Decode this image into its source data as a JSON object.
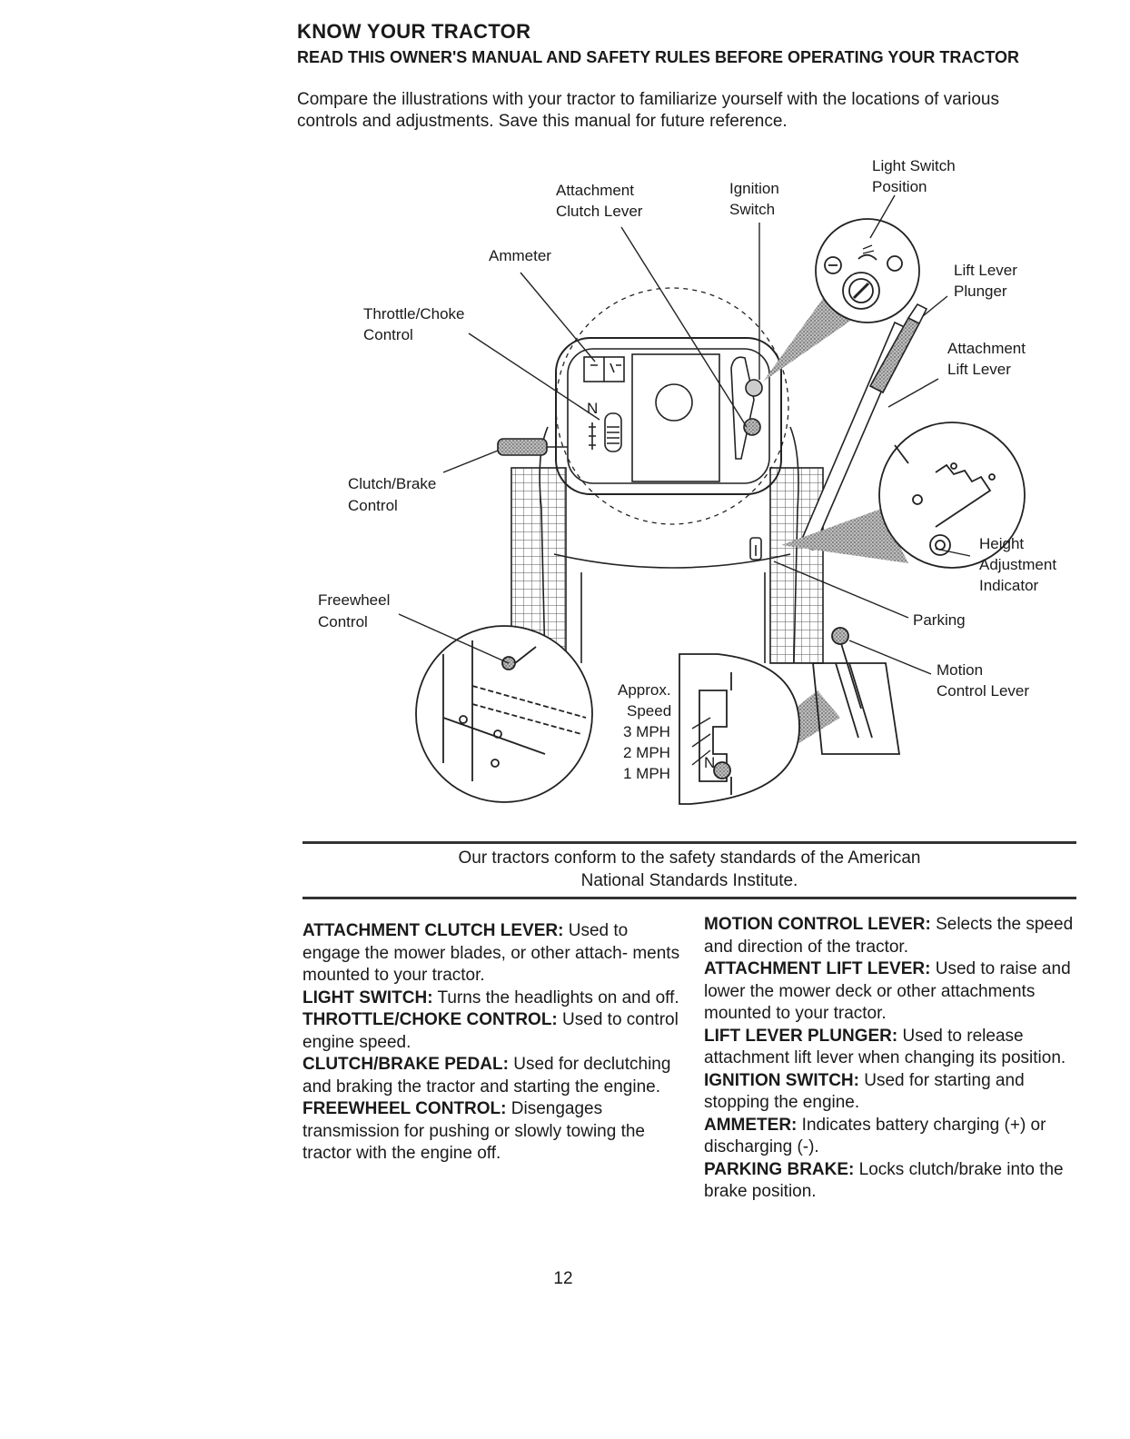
{
  "header": {
    "title": "KNOW YOUR TRACTOR",
    "subtitle": "READ THIS OWNER'S MANUAL AND SAFETY RULES BEFORE OPERATING YOUR TRACTOR",
    "intro": "Compare the illustrations with your tractor to familiarize yourself with the locations of various controls and adjustments. Save this manual for future reference."
  },
  "diagram": {
    "labels": {
      "attachment_clutch_lever": [
        "Attachment",
        "Clutch Lever"
      ],
      "ignition_switch": [
        "Ignition",
        "Switch"
      ],
      "light_switch_position": [
        "Light Switch",
        "Position"
      ],
      "ammeter": "Ammeter",
      "lift_lever_plunger": [
        "Lift Lever",
        "Plunger"
      ],
      "throttle_choke_control": [
        "Throttle/Choke",
        "Control"
      ],
      "attachment_lift_lever": [
        "Attachment",
        "Lift Lever"
      ],
      "clutch_brake_control": [
        "Clutch/Brake",
        "Control"
      ],
      "height_adjustment_indicator": [
        "Height",
        "Adjustment",
        "Indicator"
      ],
      "freewheel_control": [
        "Freewheel",
        "Control"
      ],
      "parking": "Parking",
      "motion_control_lever": [
        "Motion",
        "Control Lever"
      ],
      "approx_speed": [
        "Approx.",
        "Speed"
      ],
      "speeds": [
        "3 MPH",
        "2 MPH",
        "1 MPH"
      ]
    },
    "gear_letters": [
      "N"
    ]
  },
  "notice": {
    "line1": "Our tractors conform to the safety standards of the American",
    "line2": "National Standards Institute."
  },
  "definitions_left": [
    {
      "term": "ATTACHMENT CLUTCH LEVER:",
      "text": " Used to engage the mower blades, or other attach- ments mounted to your tractor."
    },
    {
      "term": "LIGHT SWITCH:",
      "text": " Turns the headlights on and off."
    },
    {
      "term": "THROTTLE/CHOKE CONTROL:",
      "text": " Used to control engine speed."
    },
    {
      "term": "CLUTCH/BRAKE PEDAL:",
      "text": " Used for declutching and braking the tractor and starting the engine."
    },
    {
      "term": "FREEWHEEL CONTROL:",
      "text": " Disengages transmission for pushing or slowly towing the tractor with the engine off."
    }
  ],
  "definitions_right": [
    {
      "term": "MOTION CONTROL LEVER:",
      "text": " Selects the speed and direction of the tractor."
    },
    {
      "term": "ATTACHMENT LIFT LEVER:",
      "text": " Used to raise and lower the mower deck or other attachments mounted to your tractor."
    },
    {
      "term": "LIFT LEVER PLUNGER:",
      "text": " Used to release attachment lift lever when changing its position."
    },
    {
      "term": "IGNITION SWITCH:",
      "text": " Used for starting and stopping the engine."
    },
    {
      "term": "AMMETER:",
      "text": " Indicates battery charging (+) or discharging (-)."
    },
    {
      "term": "PARKING BRAKE:",
      "text": " Locks clutch/brake into the brake position."
    }
  ],
  "footer": {
    "page_number": "12"
  }
}
